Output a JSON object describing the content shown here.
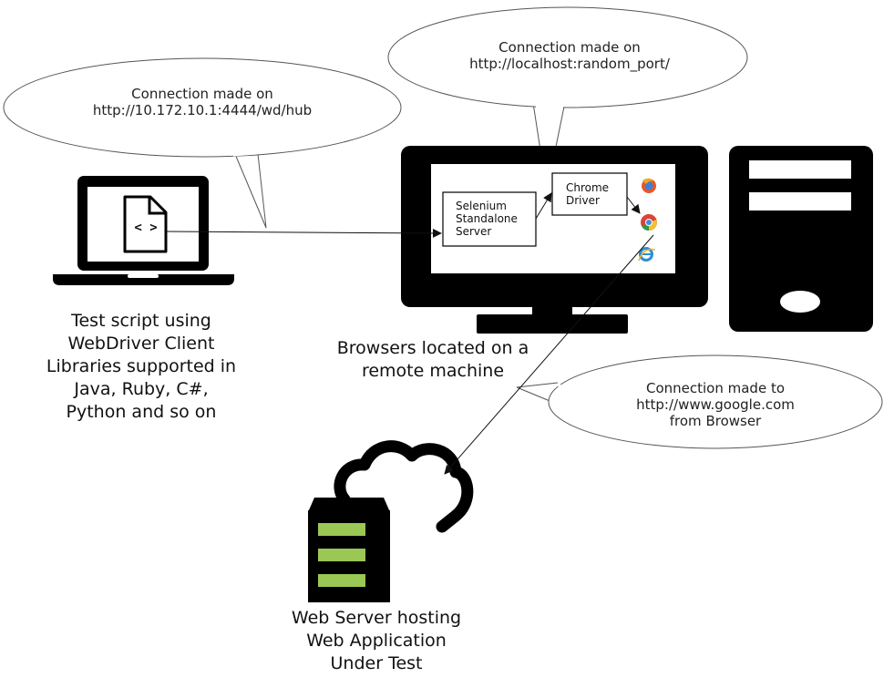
{
  "bubbles": {
    "hub": {
      "line1": "Connection made on",
      "line2": "http://10.172.10.1:4444/wd/hub"
    },
    "localhost": {
      "line1": "Connection made on",
      "line2": "http://localhost:random_port/"
    },
    "google": {
      "line1": "Connection made to",
      "line2": "http://www.google.com",
      "line3": "from Browser"
    }
  },
  "client": {
    "caption": [
      "Test script using",
      "WebDriver Client",
      "Libraries supported in",
      "Java, Ruby, C#,",
      "Python and so on"
    ],
    "script_symbol": "< >"
  },
  "remote": {
    "caption": [
      "Browsers located on a",
      "remote machine"
    ],
    "selenium_server": [
      "Selenium",
      "Standalone",
      "Server"
    ],
    "chrome_driver": [
      "Chrome",
      "Driver"
    ],
    "browser_icons": [
      "firefox-icon",
      "chrome-icon",
      "ie-icon"
    ]
  },
  "webserver": {
    "caption": [
      "Web Server hosting",
      "Web Application",
      "Under Test"
    ],
    "slot_color": "#9bc755"
  }
}
